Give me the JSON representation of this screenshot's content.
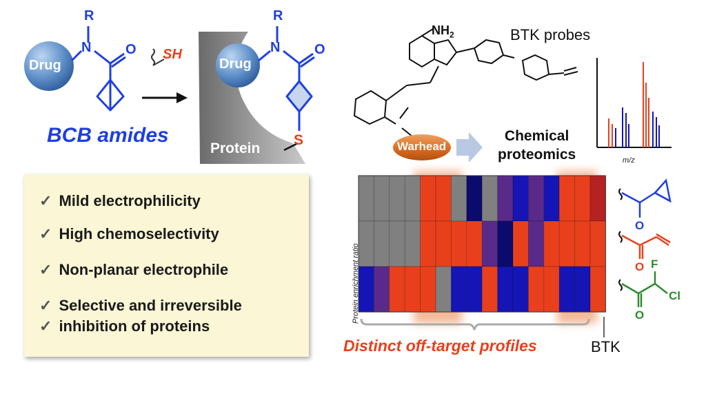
{
  "left_panel": {
    "title": "BCB amides",
    "drug_label": "Drug",
    "protein_label": "Protein",
    "r_label": "R",
    "n_label": "N",
    "o_label": "O",
    "s_label": "S",
    "sh_label": "SH"
  },
  "features": {
    "items": [
      "Mild electrophilicity",
      "High chemoselectivity",
      "Non-planar electrophile",
      "Selective and irreversible",
      "inhibition of proteins"
    ],
    "check": "✓"
  },
  "probe": {
    "title": "BTK probes",
    "nh2": "NH",
    "nh2_sub": "2",
    "warhead_label": "Warhead",
    "chem_line1": "Chemical",
    "chem_line2": "proteomics",
    "mz_label": "m/z"
  },
  "heatmap": {
    "ylabel": "Protein enrichment ratio",
    "bottom_label": "Distinct off-target profiles",
    "btk_label": "BTK",
    "colors": {
      "gray": "#808080",
      "red": "#e8401c",
      "blue": "#1515b5",
      "navy": "#0b0b6e",
      "purple": "#5a2a8a",
      "dark_red": "#b52222"
    },
    "rows": [
      [
        "gray",
        "gray",
        "gray",
        "gray",
        "red",
        "red",
        "gray",
        "navy",
        "gray",
        "purple",
        "blue",
        "purple",
        "blue",
        "red",
        "red",
        "dark_red"
      ],
      [
        "gray",
        "gray",
        "gray",
        "gray",
        "red",
        "red",
        "red",
        "red",
        "purple",
        "navy",
        "red",
        "purple",
        "red",
        "red",
        "red",
        "red"
      ],
      [
        "blue",
        "purple",
        "red",
        "red",
        "red",
        "gray",
        "blue",
        "blue",
        "red",
        "blue",
        "blue",
        "red",
        "red",
        "blue",
        "blue",
        "red"
      ]
    ]
  },
  "warheads": {
    "f_label": "F",
    "cl_label": "Cl",
    "o_label": "O"
  },
  "colors": {
    "accent_blue": "#1f3fe0",
    "accent_red": "#e8401c",
    "green": "#2e8b2e",
    "feature_bg": "#fbf6d5"
  }
}
